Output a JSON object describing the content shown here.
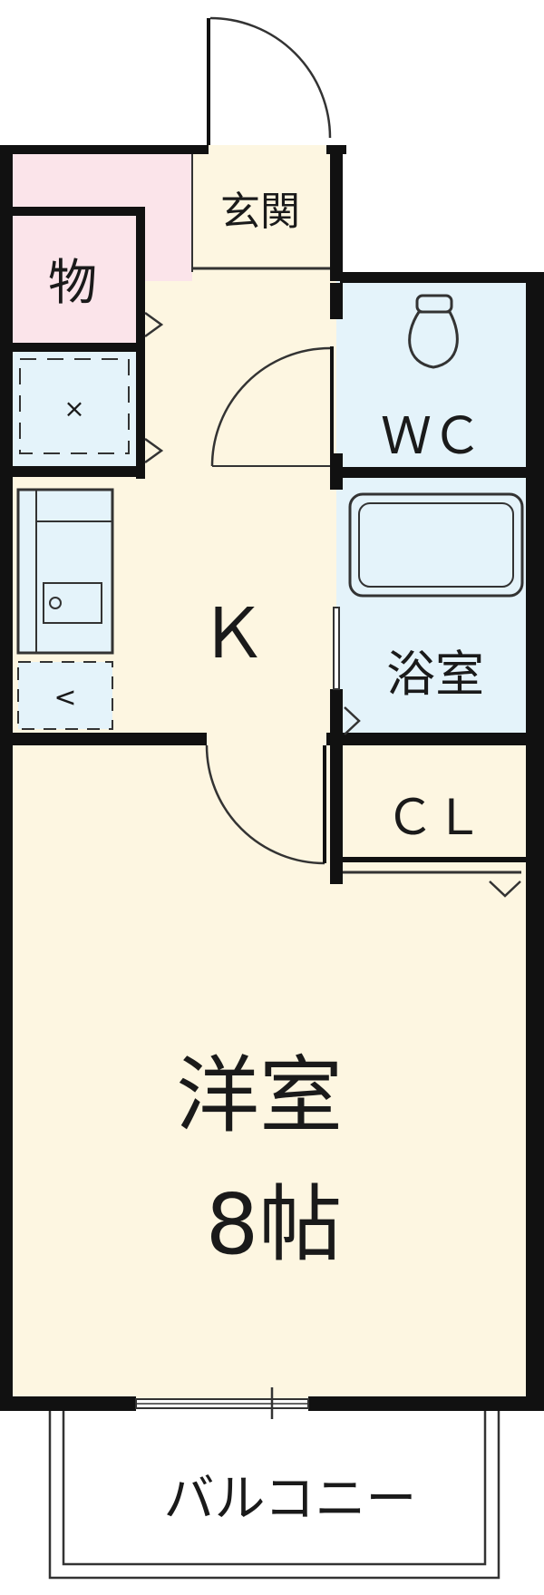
{
  "rooms": {
    "entrance": "玄関",
    "storage": "物",
    "toilet": "ＷＣ",
    "kitchen": "Ｋ",
    "bath": "浴室",
    "closet": "ＣＬ",
    "western_room": "洋室",
    "western_room_size": "8帖",
    "balcony": "バルコニー"
  },
  "colors": {
    "living_fill": "#fdf6e1",
    "wet_fill": "#e4f3fa",
    "storage_fill": "#fbe4ea",
    "wall": "#111111",
    "line": "#333333"
  }
}
